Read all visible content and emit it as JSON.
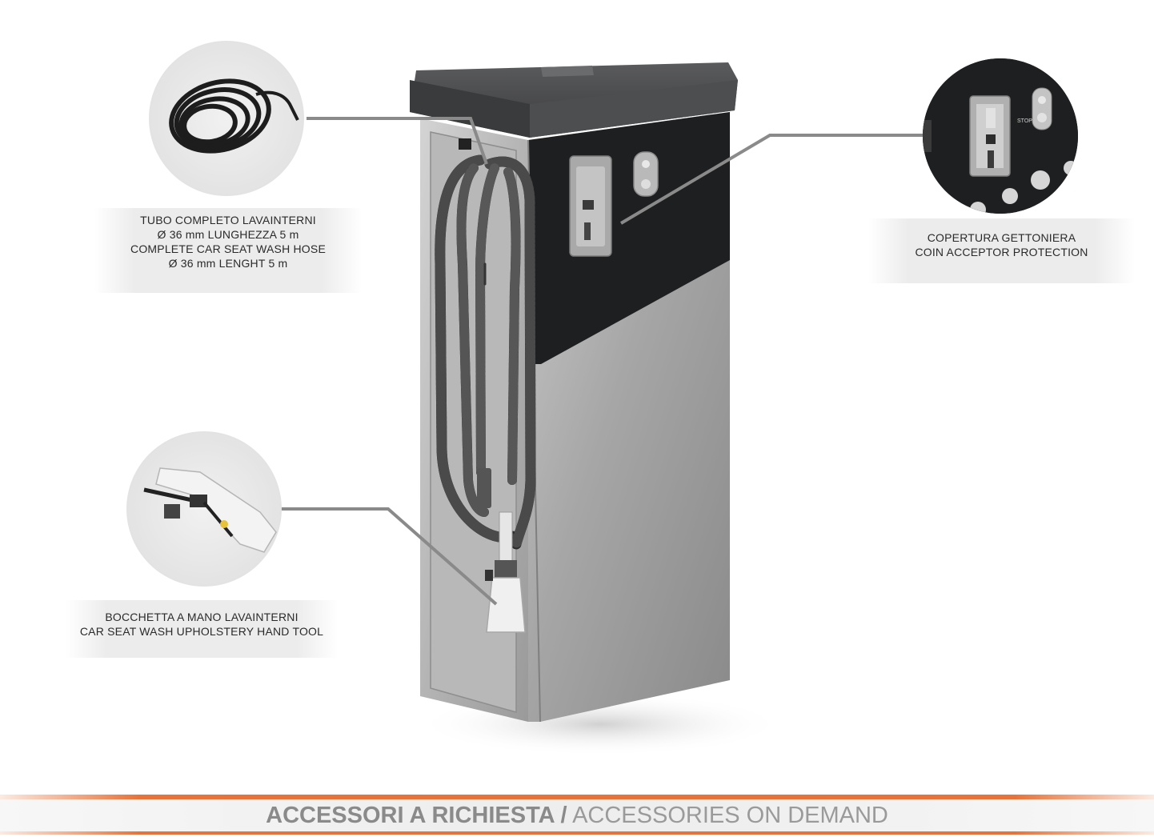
{
  "callouts": {
    "hose": {
      "lines": [
        "TUBO COMPLETO LAVAINTERNI",
        "Ø 36 mm LUNGHEZZA 5 m",
        "COMPLETE CAR SEAT WASH HOSE",
        "Ø 36 mm LENGHT 5 m"
      ],
      "icon": "coiled-hose-icon"
    },
    "coin": {
      "lines": [
        "COPERTURA GETTONIERA",
        "COIN ACCEPTOR PROTECTION"
      ],
      "icon": "coin-acceptor-icon",
      "stop_label": "STOP"
    },
    "tool": {
      "lines": [
        "BOCCHETTA A MANO LAVAINTERNI",
        "CAR SEAT WASH UPHOLSTERY HAND TOOL"
      ],
      "icon": "hand-tool-icon"
    }
  },
  "footer": {
    "title_it": "ACCESSORI A RICHIESTA /",
    "title_en": " ACCESSORIES ON DEMAND"
  },
  "colors": {
    "accent": "#e8733a",
    "panel_dark": "#1e1f21",
    "steel": "#9c9c9c",
    "callout_bg": "#ececec"
  }
}
